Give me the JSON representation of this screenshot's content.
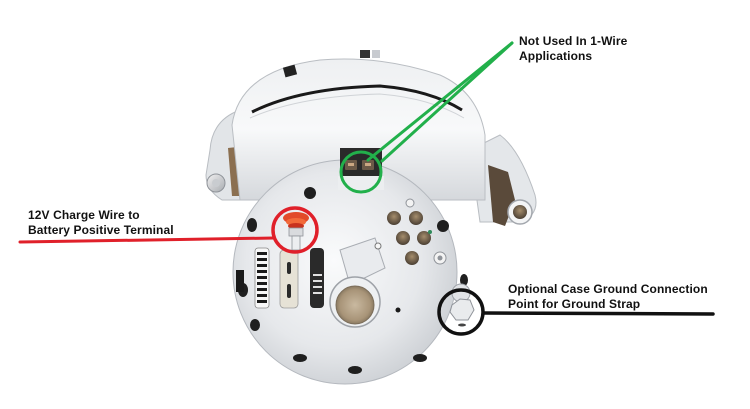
{
  "image": {
    "subject": "Chrome 1-wire alternator, rear view",
    "background_color": "#ffffff"
  },
  "callouts": [
    {
      "id": "exciter-terminals",
      "lines": [
        "Not Used In 1-Wire",
        "Applications"
      ],
      "color": "#22b04b",
      "marker": "circle",
      "target": "two-pin plug terminals"
    },
    {
      "id": "battery-terminal",
      "lines": [
        "12V Charge Wire to",
        "Battery Positive Terminal"
      ],
      "color": "#e0202a",
      "marker": "circle",
      "target": "battery output stud"
    },
    {
      "id": "ground-point",
      "lines": [
        "Optional Case Ground Connection",
        "Point for Ground Strap"
      ],
      "color": "#111111",
      "marker": "circle",
      "target": "case ground bolt"
    }
  ],
  "colors": {
    "green": "#22b04b",
    "red": "#e0202a",
    "black": "#111111",
    "chrome_light": "#f1f2f4",
    "chrome_mid": "#d3d6db",
    "chrome_dark": "#8c9098",
    "bronze": "#9a7a55"
  }
}
